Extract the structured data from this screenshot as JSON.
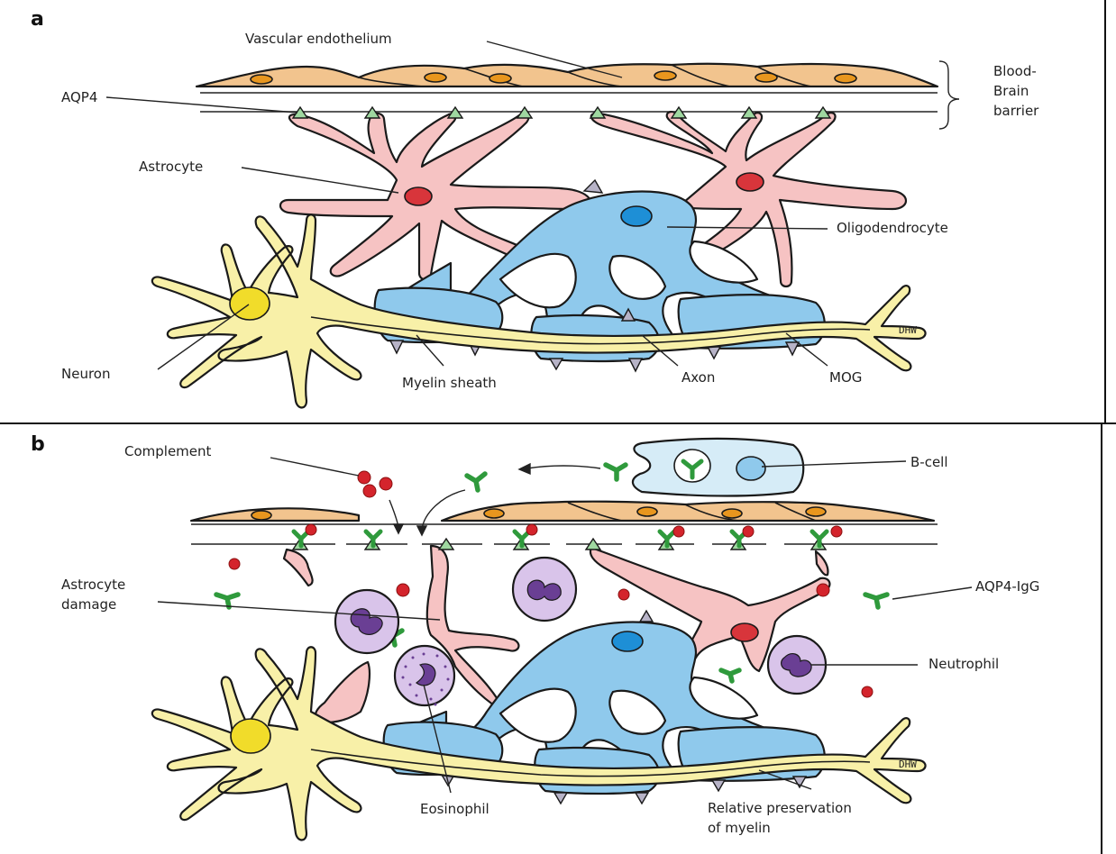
{
  "panel_a": {
    "letter": "a",
    "labels": {
      "vascular_endothelium": "Vascular endothelium",
      "aqp4": "AQP4",
      "bbb_line1": "Blood-",
      "bbb_line2": "Brain",
      "bbb_line3": "barrier",
      "astrocyte": "Astrocyte",
      "oligodendrocyte": "Oligodendrocyte",
      "neuron": "Neuron",
      "myelin_sheath": "Myelin sheath",
      "axon": "Axon",
      "mog": "MOG"
    },
    "signature": "DHW"
  },
  "panel_b": {
    "letter": "b",
    "labels": {
      "complement": "Complement",
      "b_cell": "B-cell",
      "aqp4_igg": "AQP4-IgG",
      "astrocyte_damage_line1": "Astrocyte",
      "astrocyte_damage_line2": "damage",
      "neutrophil": "Neutrophil",
      "eosinophil": "Eosinophil",
      "relative_preservation_line1": "Relative preservation",
      "relative_preservation_line2": "of myelin"
    },
    "signature": "DHW"
  },
  "colors": {
    "endothelium": "#f2c48e",
    "endothelium_nucleus": "#e8961e",
    "astrocyte": "#f6c3c3",
    "astrocyte_nucleus": "#d8353b",
    "oligodendrocyte": "#8fc9ec",
    "oligodendrocyte_nucleus": "#1e8fd6",
    "neuron": "#f8f0a8",
    "neuron_nucleus": "#f1dc2a",
    "aqp4": "#9fd8a0",
    "igg": "#2f9a3c",
    "complement": "#d4242c",
    "granulocyte": "#d9c4ea",
    "granulocyte_nucleus": "#6a3f94",
    "b_cell": "#d6ecf7"
  }
}
